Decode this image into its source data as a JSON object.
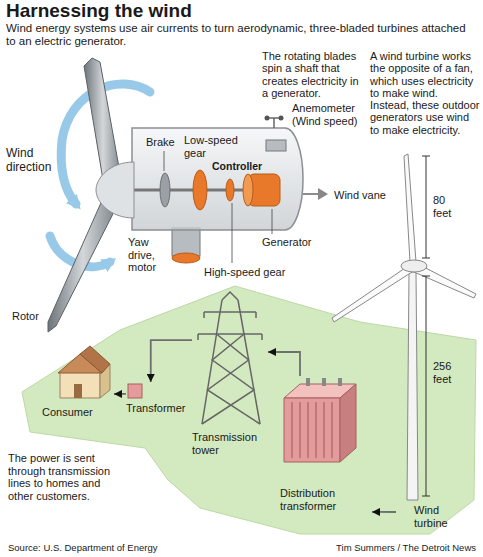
{
  "diagram": {
    "title": "Harnessing the wind",
    "nodes": [
      {
        "text": [
          "Consumer"
        ]
      },
      {
        "text": [
          "Transformer"
        ]
      },
      {
        "text": [
          "Transmission tower"
        ]
      },
      {
        "text": [
          "Distribution transformer"
        ]
      },
      {
        "text": [
          "Wind turbine"
        ]
      }
    ],
    "edges": [
      {
        "from": 4,
        "to": 3,
        "arrow": "to"
      },
      {
        "from": 3,
        "to": 2,
        "arrow": "to"
      },
      {
        "from": 2,
        "to": 1,
        "arrow": "to"
      },
      {
        "from": 1,
        "to": 0,
        "arrow": "to"
      }
    ],
    "labels": [
      "Wind energy systems use air currents to turn aerodynamic, three-bladed turbines attached to an electric generator.",
      "The rotating blades spin a shaft that creates electricity in a generator.",
      "A wind turbine works the opposite of a fan, which uses electricity to make wind. Instead, these outdoor generators use wind to make electricity.",
      "Wind direction",
      "Low-speed gear",
      "Anemometer (Wind speed)",
      "Brake",
      "Controller",
      "Wind vane",
      "80 feet",
      "Generator",
      "Yaw drive, motor",
      "High-speed gear",
      "Rotor",
      "256 feet",
      "The power is sent through transmission lines to homes and other customers.",
      "Source: U.S. Department of Energy",
      "Tim Summers / The Detroit News"
    ]
  }
}
